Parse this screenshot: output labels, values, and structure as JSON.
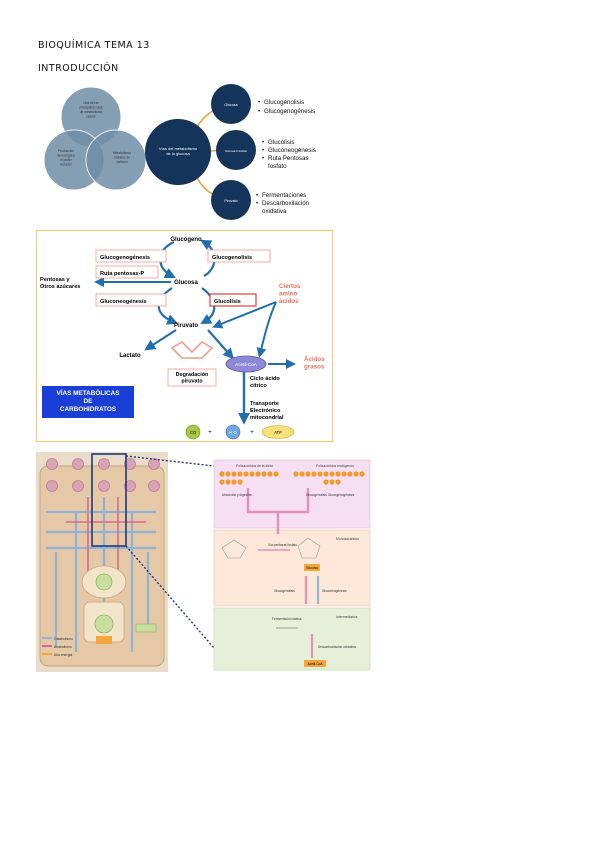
{
  "document": {
    "title": "BIOQUÍMICA TEMA 13",
    "section": "INTRODUCCIÓN"
  },
  "venn": {
    "top_circle": "Una de las principales rutas de metabolismo celular",
    "left_circle": "Producción de energía y el poder reductor",
    "right_circle": "Metabolismo hidratos de carbono",
    "center_circle": "Vías del metabolismo de la glucosa",
    "branches": [
      {
        "node": "Glucosa",
        "bullets": [
          "Glucogenolisis",
          "Glucogenogénesis"
        ]
      },
      {
        "node": "Glucosa-6-fosfato",
        "bullets": [
          "Glucólisis",
          "Gluconeogénesis",
          "Ruta Pentosas fosfato"
        ]
      },
      {
        "node": "Piruvato",
        "bullets": [
          "Fermentaciones",
          "Descarboxilación oxidativa"
        ]
      }
    ]
  },
  "pathways": {
    "nodes": {
      "glucogeno": "Glucógeno",
      "glucosa": "Glucosa",
      "piruvato": "Piruvato",
      "lactato": "Lactato",
      "pentosas": "Pentosas y Otros azúcares",
      "acetil": "Acetil-CoA",
      "ciclo": "Ciclo ácido cítrico",
      "transporte": "Transporte Electrónico mitocondrial",
      "aminoacidos": "Ciertos amino ácidos",
      "acidos_grasos": "Ácidos grasos",
      "degradacion": "Degradación piruvato"
    },
    "boxes": {
      "glucogenogenesis": "Glucogenogénesis",
      "ruta_pentosas": "Ruta pentosas-P",
      "glucogenolisis": "Glucogenolisis",
      "gluconeogenesis": "Gluconeogénesis",
      "glucolisis": "Glucolisis"
    },
    "banner": "VÍAS METABÓLICAS DE CARBOHIDRATOS",
    "products": {
      "co2": "CO",
      "h2o": "H O",
      "atp": "ATP",
      "plus": "+"
    },
    "colors": {
      "arrow": "#1f6fb0",
      "banner_bg": "#1a3fd6",
      "red": "#e53935",
      "frame": "#f2c774"
    }
  },
  "cell_diagram": {
    "legend": [
      "Catabolismo",
      "Anabolismo",
      "Alta energía"
    ],
    "panel_top": {
      "left": "Polisacáridos de la dieta",
      "right": "Polisacáridos endógenos",
      "left_sub": "Absorción y digestión",
      "right_sub": "Glucogenogénesis",
      "mid": "Glucogenolisis"
    },
    "panel_mid": {
      "label": "Glucosa",
      "left_sub": "Vía pentosas fosfato",
      "right_title": "Monosacáridos",
      "arrow_left": "Glucogenolisis",
      "arrow_right": "Gluconeogénesis"
    },
    "panel_bot": {
      "right_title": "Intermediarios",
      "left_sub": "Fermentación láctica",
      "mid_sub": "Descarboxilación oxidativa",
      "label": "Acetil-CoA"
    }
  }
}
